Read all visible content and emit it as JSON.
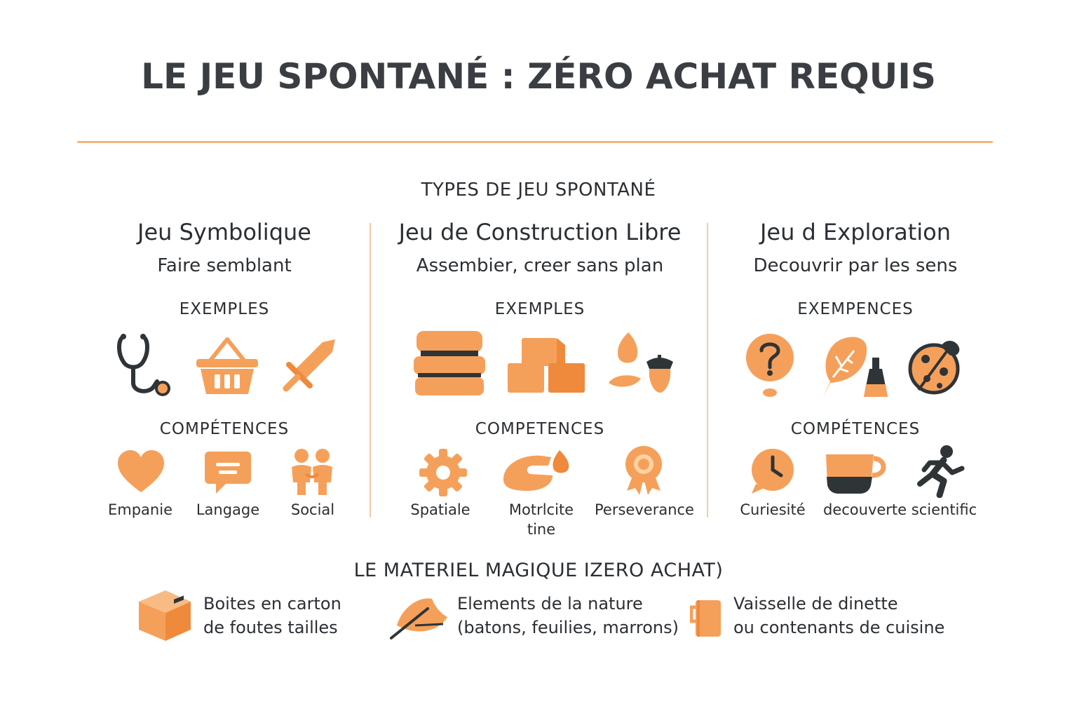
{
  "title": "LE JEU SPONTANÉ : ZÉRO ACHAT REQUIS",
  "section_title": "TYPES DE JEU SPONTANÉ",
  "colors": {
    "accent": "#f5a05a",
    "accent_dark": "#ef8a3c",
    "ink": "#2f3437",
    "rule": "#f5b47a"
  },
  "columns": [
    {
      "title": "Jeu Symbolique",
      "subtitle": "Faire semblant",
      "examples_label": "EXEMPLES",
      "examples": [
        "stethoscope-icon",
        "basket-icon",
        "sword-icon"
      ],
      "skills_label": "COMPÉTENCES",
      "skills": [
        {
          "icon": "heart-icon",
          "label": "Empanie"
        },
        {
          "icon": "speech-bubble-icon",
          "label": "Langage"
        },
        {
          "icon": "people-icon",
          "label": "Social"
        }
      ]
    },
    {
      "title": "Jeu de Construction Libre",
      "subtitle": "Assembier, creer sans plan",
      "examples_label": "EXEMPLES",
      "examples": [
        "stacked-cushions-icon",
        "blocks-icon",
        "acorns-icon"
      ],
      "skills_label": "COMPETENCES",
      "skills": [
        {
          "icon": "gear-icon",
          "label": "Spatiale"
        },
        {
          "icon": "hand-icon",
          "label": "Motrlcite",
          "label2": "tine"
        },
        {
          "icon": "medal-icon",
          "label": "Perseverance"
        }
      ]
    },
    {
      "title": "Jeu d Exploration",
      "subtitle": "Decouvrir par les sens",
      "examples_label": "EXEMPENCES",
      "examples": [
        "question-icon",
        "leaf-bubble-icon",
        "ladybug-icon"
      ],
      "skills_label": "COMPÉTENCES",
      "skills": [
        {
          "icon": "clock-bubble-icon",
          "label": "Curiesité"
        },
        {
          "icon": "cup-icon",
          "label": "decouverte scientific"
        },
        {
          "icon": "running-person-icon",
          "label": ""
        }
      ]
    }
  ],
  "magic": {
    "title": "LE MATERIEL MAGIQUE IZERO ACHAT)",
    "items": [
      {
        "icon": "cardboard-box-icon",
        "line1": "Boites en carton",
        "line2": "de foutes tailles"
      },
      {
        "icon": "leaf-stick-icon",
        "line1": "Elements de la nature",
        "line2": "(batons, feuilies, marrons)"
      },
      {
        "icon": "pot-icon",
        "line1": "Vaisselle de dinette",
        "line2": "ou contenants de cuisine"
      }
    ]
  }
}
